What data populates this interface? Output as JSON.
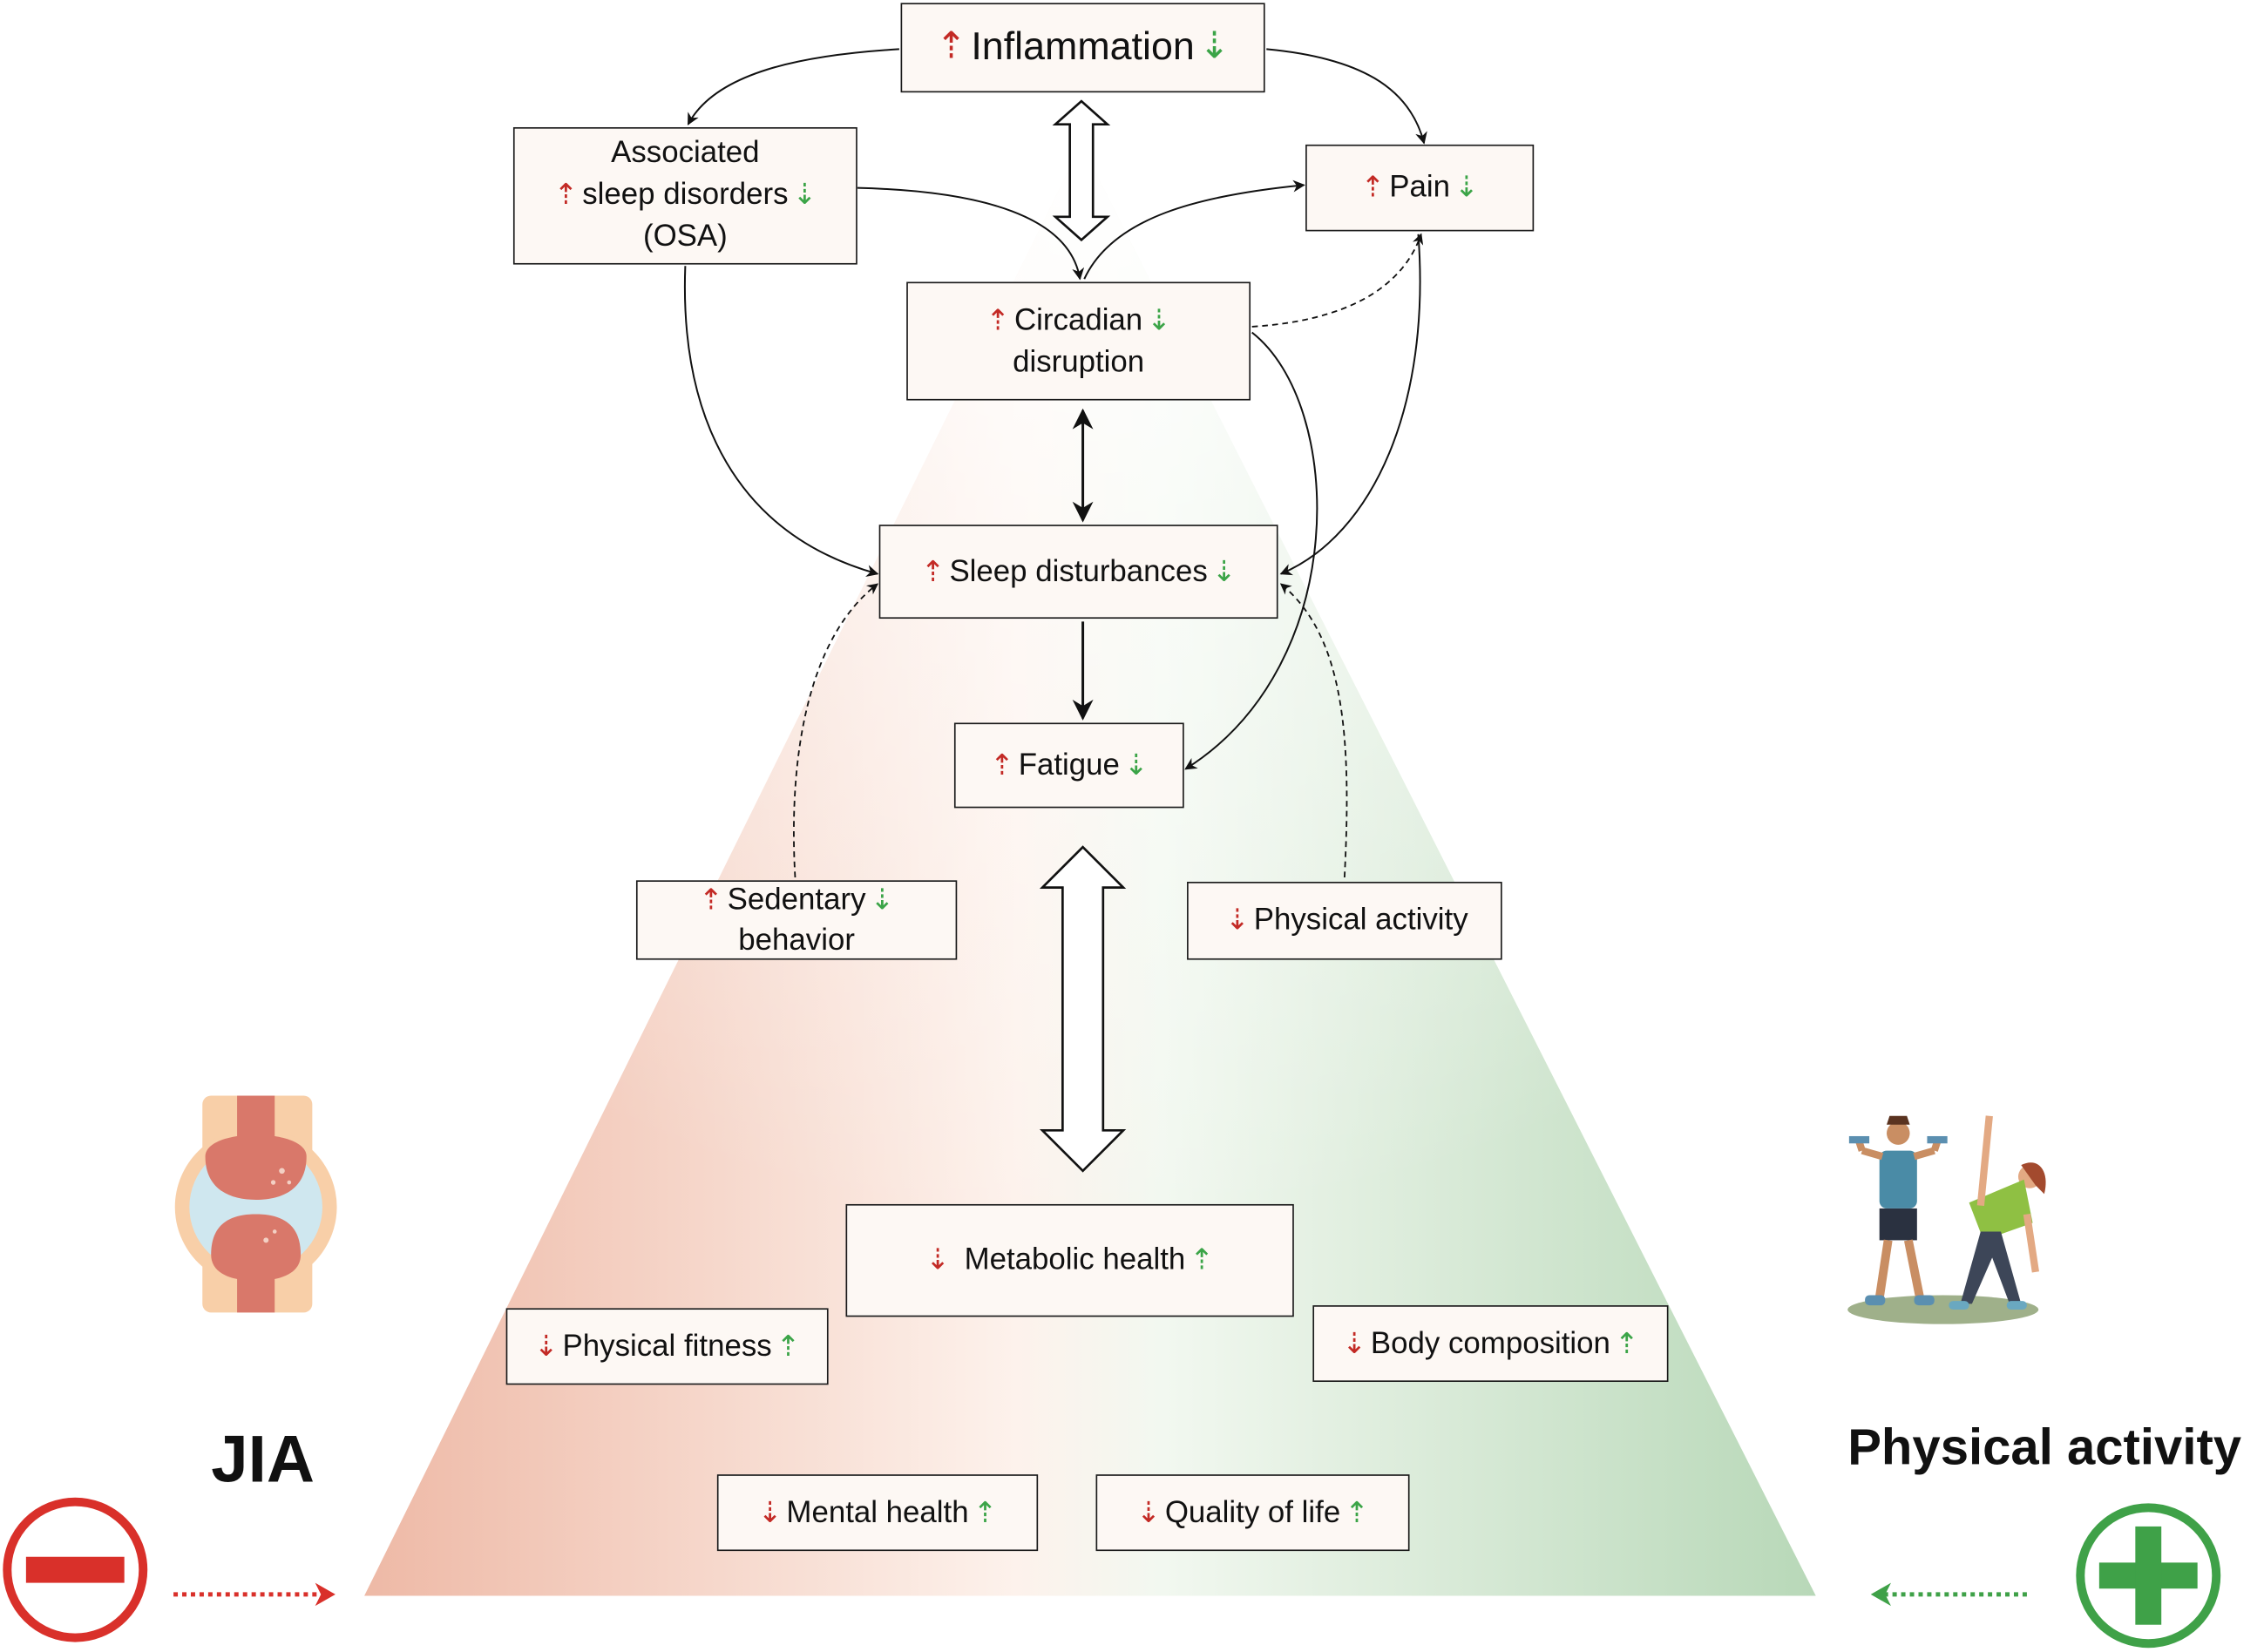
{
  "colors": {
    "up_bad": "#c32a25",
    "down_good": "#3ba447",
    "jia_red": "#d9302a",
    "activity_green": "#3fa148",
    "triangle_left": "#f0c3b1",
    "triangle_right": "#bfdbbf"
  },
  "nodes": {
    "inflammation": {
      "text": "Inflammation"
    },
    "sleep_disorders": {
      "line1": "Associated",
      "line2": "sleep disorders",
      "line3": "(OSA)"
    },
    "pain": {
      "text": "Pain"
    },
    "circadian": {
      "line1": "Circadian",
      "line2": "disruption"
    },
    "sleep_disturbances": {
      "text": "Sleep disturbances"
    },
    "fatigue": {
      "text": "Fatigue"
    },
    "sedentary": {
      "line1": "Sedentary",
      "line2": "behavior"
    },
    "physical_activity": {
      "text": "Physical activity"
    },
    "metabolic": {
      "text": "Metabolic health"
    },
    "physical_fitness": {
      "text": "Physical fitness"
    },
    "body_composition": {
      "text": "Body composition"
    },
    "mental_health": {
      "text": "Mental health"
    },
    "quality_of_life": {
      "text": "Quality of life"
    }
  },
  "labels": {
    "jia": "JIA",
    "physical_activity": "Physical activity"
  },
  "icons": {
    "joint": "knee-joint-icon",
    "exercise": "exercising-people-icon",
    "minus": "minus-circle-icon",
    "plus": "plus-circle-icon"
  }
}
